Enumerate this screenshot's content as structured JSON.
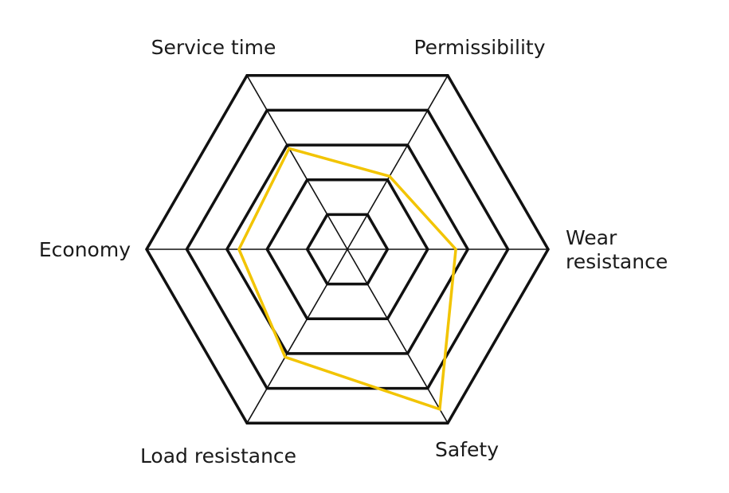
{
  "chart_data": {
    "type": "radar",
    "axes": [
      {
        "key": "wear",
        "lines": [
          "Wear",
          "resistance"
        ]
      },
      {
        "key": "permissibility",
        "lines": [
          "Permissibility"
        ]
      },
      {
        "key": "service",
        "lines": [
          "Service time"
        ]
      },
      {
        "key": "economy",
        "lines": [
          "Economy"
        ]
      },
      {
        "key": "load",
        "lines": [
          "Load resistance"
        ]
      },
      {
        "key": "safety",
        "lines": [
          "Safety"
        ]
      }
    ],
    "levels": [
      1,
      2,
      3,
      4,
      5
    ],
    "max": 5,
    "grid": true,
    "legend": "none",
    "series": [
      {
        "color": "#f2c400",
        "values": [
          2.7,
          2.1,
          2.9,
          2.7,
          3.1,
          4.6
        ]
      }
    ]
  }
}
